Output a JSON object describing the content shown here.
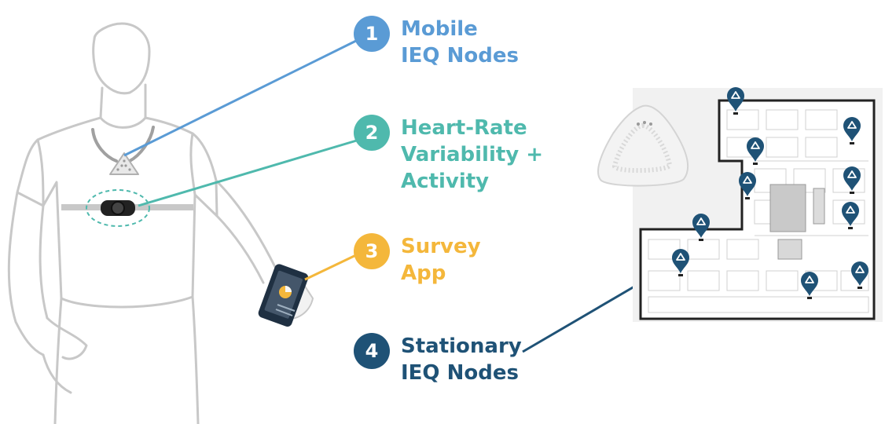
{
  "colors": {
    "mobile": "#5a9bd5",
    "hrv": "#4fb9ad",
    "survey": "#f4b73b",
    "stationary": "#1f5276",
    "outline": "#c8c8c8"
  },
  "callouts": [
    {
      "number": "1",
      "lines": [
        "Mobile",
        "IEQ Nodes"
      ]
    },
    {
      "number": "2",
      "lines": [
        "Heart-Rate",
        "Variability +",
        "Activity"
      ]
    },
    {
      "number": "3",
      "lines": [
        "Survey",
        "App"
      ]
    },
    {
      "number": "4",
      "lines": [
        "Stationary",
        "IEQ Nodes"
      ]
    }
  ],
  "icons": {
    "person": "person-outline-icon",
    "mobile_node": "pendant-sensor-icon",
    "hrv_strap": "chest-strap-icon",
    "phone": "smartphone-icon",
    "stationary_device": "ceiling-sensor-icon",
    "map_pin": "map-pin-icon"
  }
}
